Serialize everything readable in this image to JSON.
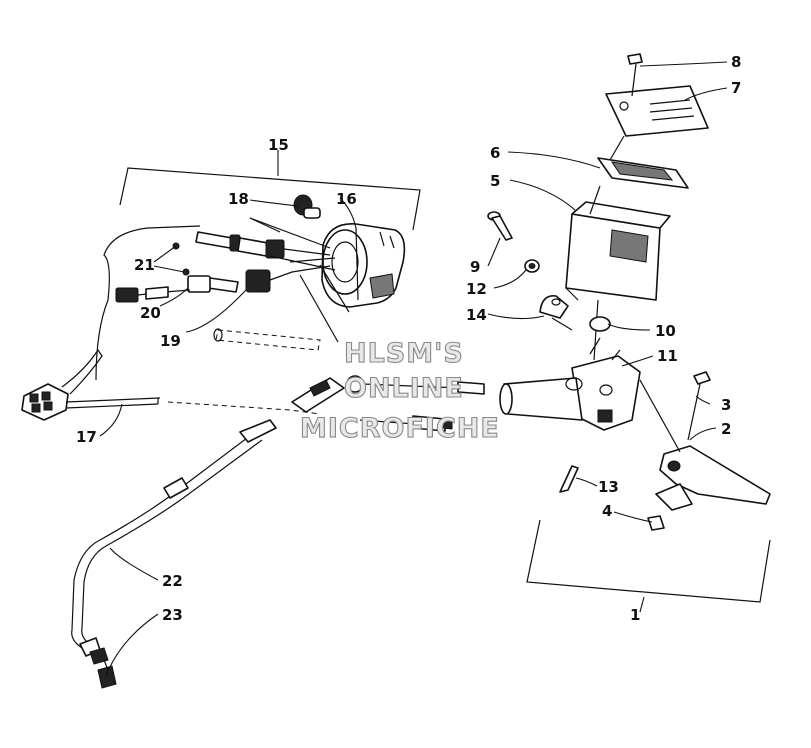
{
  "watermark": {
    "line1": "HLSM'S",
    "line2": "ONLINE",
    "line3": "MICROFICHE"
  },
  "callouts": {
    "c1": "1",
    "c2": "2",
    "c3": "3",
    "c4": "4",
    "c5": "5",
    "c6": "6",
    "c7": "7",
    "c8": "8",
    "c9": "9",
    "c10": "10",
    "c11": "11",
    "c12": "12",
    "c13": "13",
    "c14": "14",
    "c15": "15",
    "c16": "16",
    "c17": "17",
    "c18": "18",
    "c19": "19",
    "c20": "20",
    "c21": "21",
    "c22": "22",
    "c23": "23"
  },
  "colors": {
    "line": "#111111",
    "watermark_fill": "#e8e8e8",
    "watermark_stroke": "#8a8a8a"
  }
}
